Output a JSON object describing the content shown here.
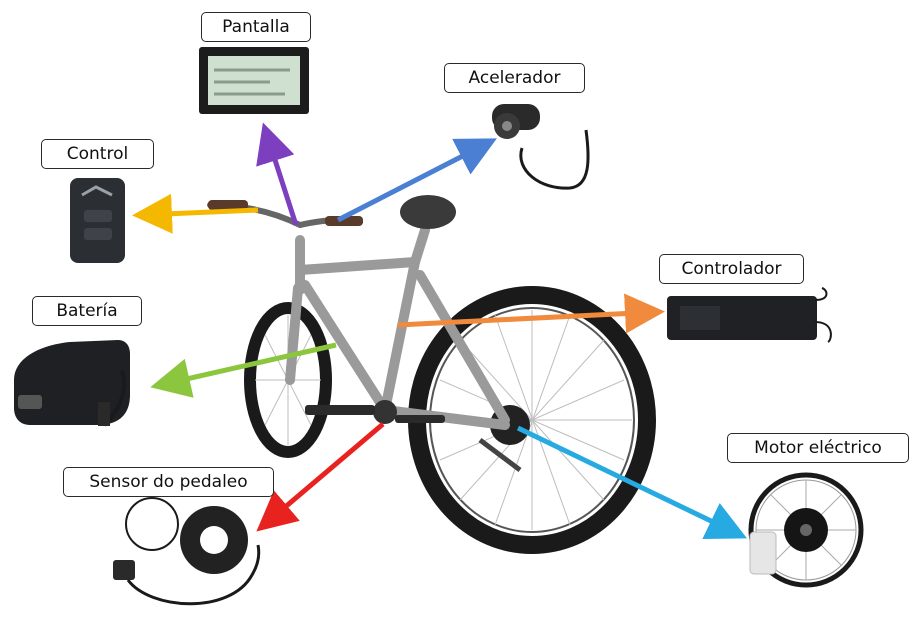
{
  "labels": {
    "pantalla": "Pantalla",
    "acelerador": "Acelerador",
    "control": "Control",
    "controlador": "Controlador",
    "bateria": "Batería",
    "motor": "Motor eléctrico",
    "sensor": "Sensor do pedaleo"
  },
  "colors": {
    "pantalla_arrow": "#7b3fbf",
    "acelerador_arrow": "#4a7fd4",
    "control_arrow": "#f5b800",
    "controlador_arrow": "#f08a3c",
    "bateria_arrow": "#8cc63f",
    "sensor_arrow": "#e8231f",
    "motor_arrow": "#27a9e1"
  },
  "icons": [
    "bicycle-image",
    "display-image",
    "throttle-image",
    "remote-control-image",
    "battery-image",
    "controller-box-image",
    "hub-motor-wheel-image",
    "pedal-sensor-image"
  ]
}
